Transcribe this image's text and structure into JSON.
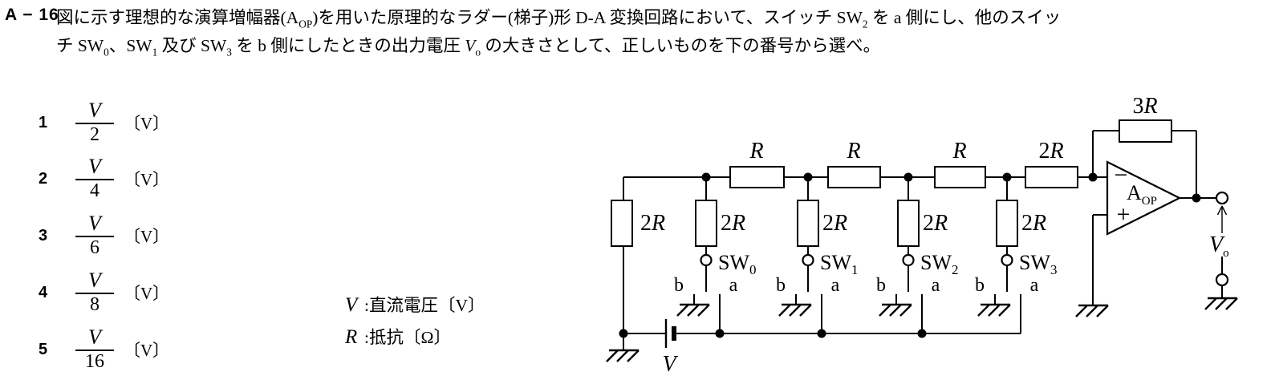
{
  "question": {
    "number": "A − 16",
    "line1": {
      "t1": "図に示す理想的な演算増幅器(A",
      "sub1": "OP",
      "t2": ")を用いた原理的なラダー(梯子)形 D-A 変換回路において、スイッチ SW",
      "sub2": "2",
      "t3": " を a 側にし、他のスイッ"
    },
    "line2": {
      "t1": "チ SW",
      "sub1": "0",
      "t2": "、SW",
      "sub2": "1",
      "t3": " 及び SW",
      "sub3": "3",
      "t4": " を b 側にしたときの出力電圧 ",
      "sym": "V",
      "sub4": "o",
      "t5": " の大きさとして、正しいものを下の番号から選べ。"
    }
  },
  "choices": [
    {
      "num": "1",
      "numerator": "V",
      "denominator": "2",
      "unit": "〔V〕"
    },
    {
      "num": "2",
      "numerator": "V",
      "denominator": "4",
      "unit": "〔V〕"
    },
    {
      "num": "3",
      "numerator": "V",
      "denominator": "6",
      "unit": "〔V〕"
    },
    {
      "num": "4",
      "numerator": "V",
      "denominator": "8",
      "unit": "〔V〕"
    },
    {
      "num": "5",
      "numerator": "V",
      "denominator": "16",
      "unit": "〔V〕"
    }
  ],
  "legend": {
    "v_symbol": "V",
    "v_text": ":直流電圧〔V〕",
    "r_symbol": "R",
    "r_text": ":抵抗〔Ω〕"
  },
  "circuit": {
    "series_resistors": [
      {
        "prefix": "",
        "name": "R"
      },
      {
        "prefix": "",
        "name": "R"
      },
      {
        "prefix": "",
        "name": "R"
      },
      {
        "prefix": "2",
        "name": "R"
      }
    ],
    "feedback_resistor": {
      "prefix": "3",
      "name": "R"
    },
    "terminator_resistor": {
      "prefix": "2",
      "name": "R"
    },
    "branch_resistors": [
      {
        "prefix": "2",
        "name": "R"
      },
      {
        "prefix": "2",
        "name": "R"
      },
      {
        "prefix": "2",
        "name": "R"
      },
      {
        "prefix": "2",
        "name": "R"
      }
    ],
    "switches": [
      {
        "name": "SW",
        "sub": "0",
        "b_label": "b",
        "a_label": "a"
      },
      {
        "name": "SW",
        "sub": "1",
        "b_label": "b",
        "a_label": "a"
      },
      {
        "name": "SW",
        "sub": "2",
        "b_label": "b",
        "a_label": "a"
      },
      {
        "name": "SW",
        "sub": "3",
        "b_label": "b",
        "a_label": "a"
      }
    ],
    "opamp": {
      "name": "A",
      "sub": "OP",
      "inverting": "−",
      "noninverting": "+"
    },
    "source_label": "V",
    "output": {
      "sym": "V",
      "sub": "o"
    }
  }
}
